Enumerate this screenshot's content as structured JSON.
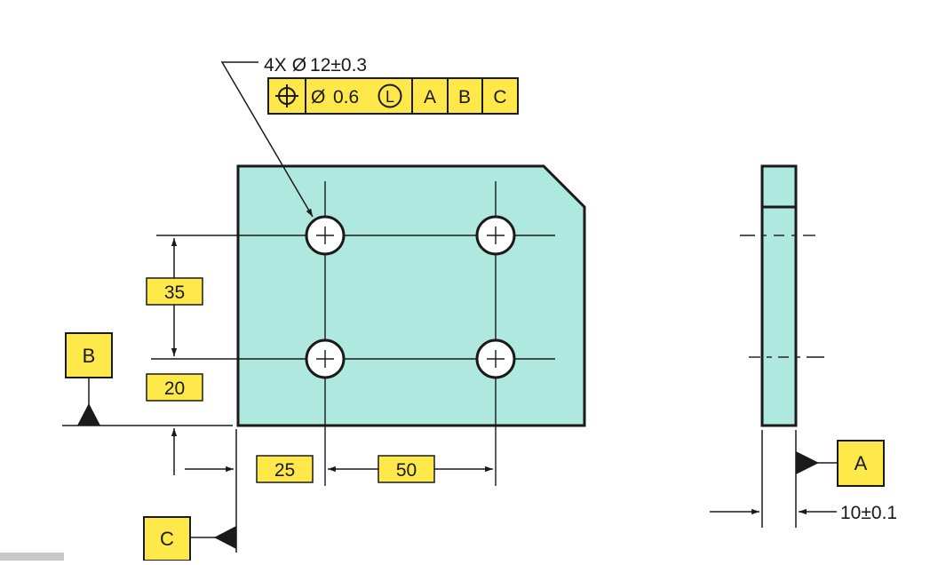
{
  "hole_callout": {
    "quantity": "4X",
    "diameter_symbol": "Ø",
    "size": "12±0.3"
  },
  "feature_control_frame": {
    "characteristic_icon": "position-icon",
    "diameter_symbol": "Ø",
    "tolerance": "0.6",
    "modifier": "L",
    "datums": [
      "A",
      "B",
      "C"
    ]
  },
  "datum_labels": {
    "a": "A",
    "b": "B",
    "c": "C"
  },
  "dimensions": {
    "hole_spacing_vertical": "35",
    "hole_offset_bottom": "20",
    "hole_offset_left": "25",
    "hole_spacing_horizontal": "50",
    "thickness": "10±0.1"
  },
  "colors": {
    "part_fill": "#aee8de",
    "label_fill": "#ffe84a",
    "line": "#1a1a1a"
  }
}
